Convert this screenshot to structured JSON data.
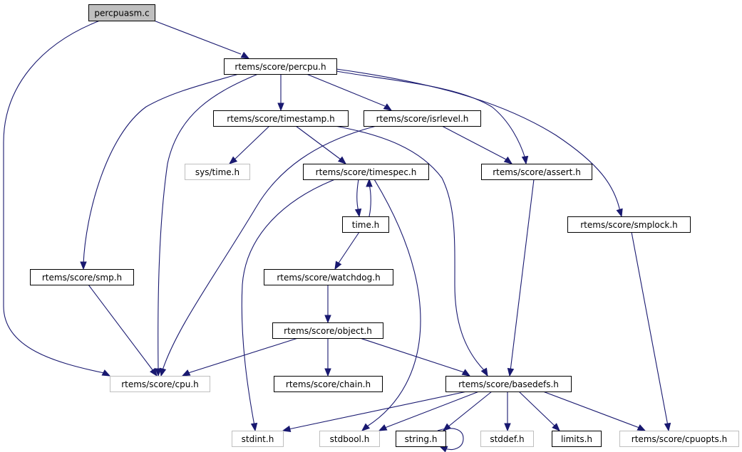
{
  "title": "percpuasm.c include dependency graph",
  "colors": {
    "edge": "#191970",
    "root_fill": "#bfbfbf",
    "local_border": "#000000",
    "external_border": "#bfbfbf"
  },
  "nodes": [
    {
      "id": "percpuasm_c",
      "label": "percpuasm.c",
      "kind": "root"
    },
    {
      "id": "percpu_h",
      "label": "rtems/score/percpu.h",
      "kind": "local"
    },
    {
      "id": "timestamp_h",
      "label": "rtems/score/timestamp.h",
      "kind": "local"
    },
    {
      "id": "isrlevel_h",
      "label": "rtems/score/isrlevel.h",
      "kind": "local"
    },
    {
      "id": "sys_time_h",
      "label": "sys/time.h",
      "kind": "external"
    },
    {
      "id": "timespec_h",
      "label": "rtems/score/timespec.h",
      "kind": "local"
    },
    {
      "id": "assert_h",
      "label": "rtems/score/assert.h",
      "kind": "local"
    },
    {
      "id": "time_h",
      "label": "time.h",
      "kind": "local"
    },
    {
      "id": "smplock_h",
      "label": "rtems/score/smplock.h",
      "kind": "local"
    },
    {
      "id": "smp_h",
      "label": "rtems/score/smp.h",
      "kind": "local"
    },
    {
      "id": "watchdog_h",
      "label": "rtems/score/watchdog.h",
      "kind": "local"
    },
    {
      "id": "object_h",
      "label": "rtems/score/object.h",
      "kind": "local"
    },
    {
      "id": "cpu_h",
      "label": "rtems/score/cpu.h",
      "kind": "external"
    },
    {
      "id": "chain_h",
      "label": "rtems/score/chain.h",
      "kind": "local"
    },
    {
      "id": "basedefs_h",
      "label": "rtems/score/basedefs.h",
      "kind": "local"
    },
    {
      "id": "stdint_h",
      "label": "stdint.h",
      "kind": "external"
    },
    {
      "id": "stdbool_h",
      "label": "stdbool.h",
      "kind": "external"
    },
    {
      "id": "string_h",
      "label": "string.h",
      "kind": "local"
    },
    {
      "id": "stddef_h",
      "label": "stddef.h",
      "kind": "external"
    },
    {
      "id": "limits_h",
      "label": "limits.h",
      "kind": "local"
    },
    {
      "id": "cpuopts_h",
      "label": "rtems/score/cpuopts.h",
      "kind": "external"
    }
  ],
  "edges": [
    {
      "from": "percpuasm_c",
      "to": "percpu_h"
    },
    {
      "from": "percpuasm_c",
      "to": "cpu_h"
    },
    {
      "from": "percpu_h",
      "to": "timestamp_h"
    },
    {
      "from": "percpu_h",
      "to": "isrlevel_h"
    },
    {
      "from": "percpu_h",
      "to": "assert_h"
    },
    {
      "from": "percpu_h",
      "to": "smplock_h"
    },
    {
      "from": "percpu_h",
      "to": "smp_h"
    },
    {
      "from": "percpu_h",
      "to": "cpu_h"
    },
    {
      "from": "timestamp_h",
      "to": "sys_time_h"
    },
    {
      "from": "timestamp_h",
      "to": "timespec_h"
    },
    {
      "from": "timestamp_h",
      "to": "basedefs_h"
    },
    {
      "from": "isrlevel_h",
      "to": "assert_h"
    },
    {
      "from": "isrlevel_h",
      "to": "cpu_h"
    },
    {
      "from": "timespec_h",
      "to": "time_h"
    },
    {
      "from": "timespec_h",
      "to": "stdint_h"
    },
    {
      "from": "timespec_h",
      "to": "stdbool_h"
    },
    {
      "from": "time_h",
      "to": "timespec_h"
    },
    {
      "from": "time_h",
      "to": "watchdog_h"
    },
    {
      "from": "assert_h",
      "to": "basedefs_h"
    },
    {
      "from": "smplock_h",
      "to": "cpuopts_h"
    },
    {
      "from": "smp_h",
      "to": "cpu_h"
    },
    {
      "from": "watchdog_h",
      "to": "object_h"
    },
    {
      "from": "object_h",
      "to": "cpu_h"
    },
    {
      "from": "object_h",
      "to": "chain_h"
    },
    {
      "from": "object_h",
      "to": "basedefs_h"
    },
    {
      "from": "basedefs_h",
      "to": "stdint_h"
    },
    {
      "from": "basedefs_h",
      "to": "stdbool_h"
    },
    {
      "from": "basedefs_h",
      "to": "string_h"
    },
    {
      "from": "basedefs_h",
      "to": "stddef_h"
    },
    {
      "from": "basedefs_h",
      "to": "limits_h"
    },
    {
      "from": "basedefs_h",
      "to": "cpuopts_h"
    },
    {
      "from": "string_h",
      "to": "string_h"
    }
  ]
}
